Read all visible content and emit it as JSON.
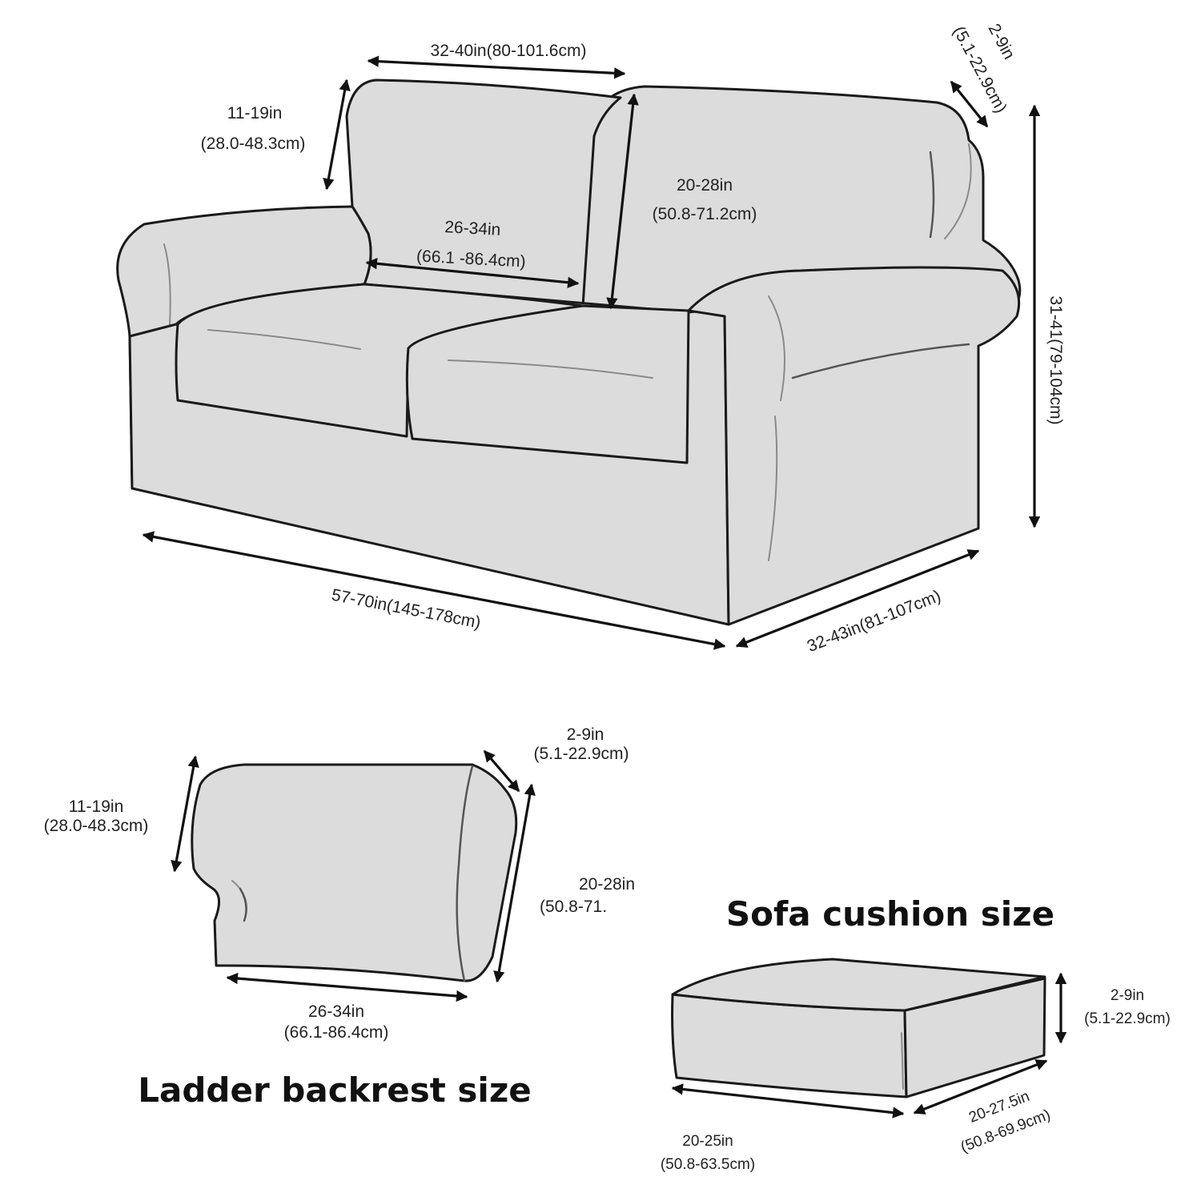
{
  "sofa": {
    "back_width": "32-40in(80-101.6cm)",
    "back_height_in": "11-19in",
    "back_height_cm": "(28.0-48.3cm)",
    "back_thickness_in": "2-9in",
    "back_thickness_cm": "(5.1-22.9cm)",
    "seat_width_in": "26-34in",
    "seat_width_cm": "(66.1 -86.4cm)",
    "back_full_height_in": "20-28in",
    "back_full_height_cm": "(50.8-71.2cm)",
    "total_height": "31-41(79-104cm)",
    "total_length": "57-70in(145-178cm)",
    "total_depth": "32-43in(81-107cm)"
  },
  "backrest": {
    "heading": "Ladder backrest size",
    "thickness_in": "2-9in",
    "thickness_cm": "(5.1-22.9cm)",
    "height_in": "11-19in",
    "height_cm": "(28.0-48.3cm)",
    "full_height_in": "20-28in",
    "full_height_cm": "(50.8-71.",
    "width_in": "26-34in",
    "width_cm": "(66.1-86.4cm)"
  },
  "cushion": {
    "heading": "Sofa cushion size",
    "thickness_in": "2-9in",
    "thickness_cm": "(5.1-22.9cm)",
    "depth_in": "20-27.5in",
    "depth_cm": "(50.8-69.9cm)",
    "width_in": "20-25in",
    "width_cm": "(50.8-63.5cm)"
  }
}
